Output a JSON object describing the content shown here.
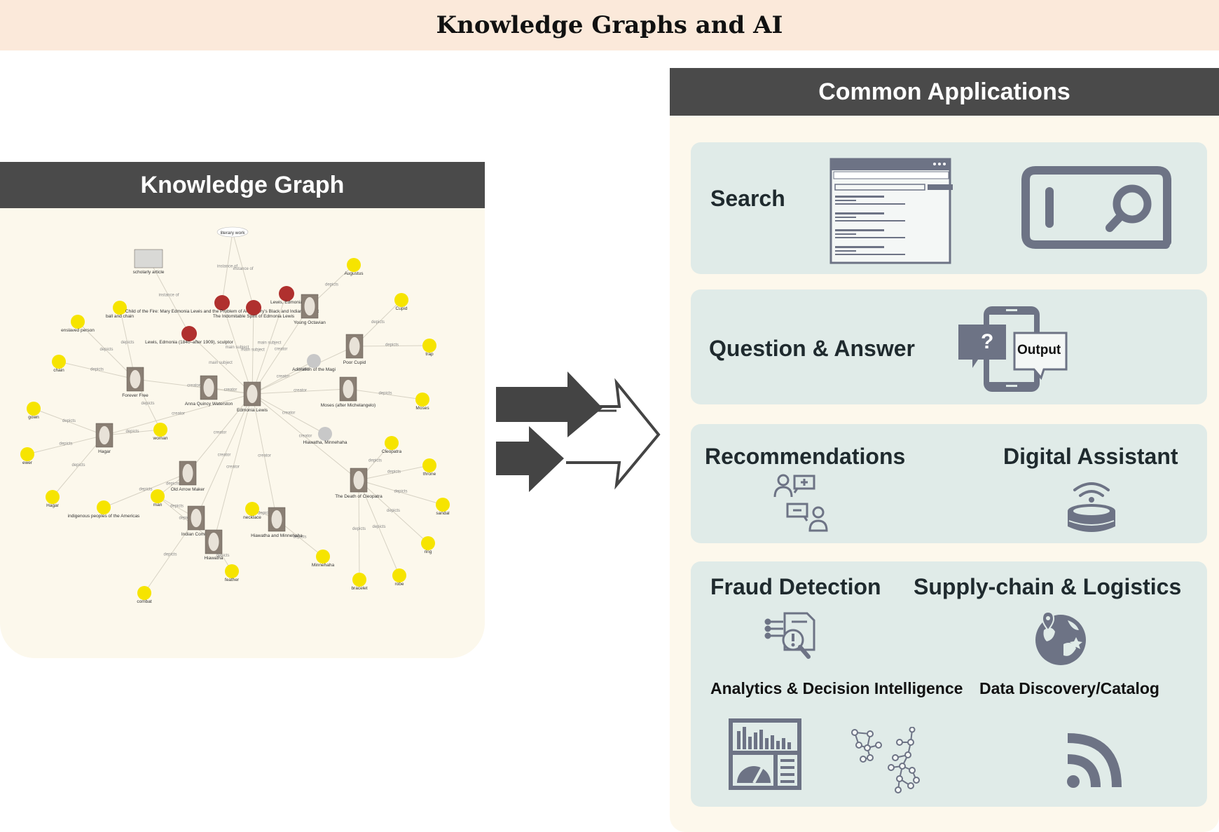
{
  "title": "Knowledge Graphs and AI",
  "knowledge_graph": {
    "header": "Knowledge Graph",
    "nodes": {
      "literary_work": "literary work",
      "scholarly_article": "scholarly article",
      "augustus": "Augustus",
      "cupid": "Cupid",
      "trap": "trap",
      "moses": "Moses",
      "throne": "throne",
      "sandal": "sandal",
      "ring": "ring",
      "robe": "robe",
      "bracelet": "bracelet",
      "minnehaha": "Minnehaha",
      "feather": "feather",
      "combat": "combat",
      "hagar_left": "Hagar",
      "ewer": "ewer",
      "gown": "gown",
      "chain": "chain",
      "enslaved_person": "enslaved person",
      "ball_and_chain": "ball and chain",
      "indigenous": "indigenous peoples of the Americas",
      "woman": "woman",
      "man": "man",
      "necklace": "necklace",
      "cleopatra": "Cleopatra",
      "edmonia_lewis": "Edmonia Lewis",
      "lewis_edmonia": "Lewis, Edmonia",
      "lewis_full": "Lewis, Edmonia (1840–after 1909), sculptor",
      "child_of_fire": "Child of the Fire: Mary Edmonia Lewis and the Problem of Art History's Black and Indian Subject",
      "indomitable": "The Indomitable Spirit of Edmonia Lewis",
      "young_octavian": "Young Octavian",
      "adoration": "Adoration of the Magi",
      "poor_cupid": "Poor Cupid",
      "forever_free": "Forever Free",
      "anna_quincy": "Anna Quincy Waterston",
      "moses_after": "Moses (after Michelangelo)",
      "hiawatha_minnehaha": "Hiawatha, Minnehaha",
      "death_of_cleopatra": "The Death of Cleopatra",
      "hagar_statue": "Hagar",
      "hiawatha_and_minnehaha": "Hiawatha and Minnehaha",
      "old_arrow_maker": "Old Arrow Maker",
      "indian_combat": "Indian Combat",
      "hiawatha": "Hiawatha"
    },
    "edge_labels": {
      "instance_of": "instance of",
      "depicts": "depicts",
      "main_subject": "main subject",
      "creator": "creator"
    },
    "colors": {
      "entity": "#f6e400",
      "person": "#b0302e",
      "unknown": "#c8c8c8"
    }
  },
  "applications": {
    "header": "Common Applications",
    "search": {
      "label": "Search",
      "icons": [
        "browser-results-icon",
        "search-bar-icon"
      ]
    },
    "qa": {
      "label": "Question & Answer",
      "question_mark": "?",
      "output": "Output",
      "icon": "phone-chat-icon"
    },
    "recommendations": {
      "label": "Recommendations",
      "icon": "people-exchange-icon"
    },
    "digital_assistant": {
      "label": "Digital Assistant",
      "icon": "smart-speaker-icon"
    },
    "fraud_detection": {
      "label": "Fraud Detection",
      "icon": "document-alert-icon"
    },
    "supply_chain": {
      "label": "Supply-chain & Logistics",
      "icon": "globe-route-icon"
    },
    "analytics": {
      "label": "Analytics & Decision Intelligence",
      "icons": [
        "dashboard-icon",
        "network-graph-icon"
      ]
    },
    "data_discovery": {
      "label": "Data Discovery/Catalog",
      "icon": "feed-icon"
    },
    "colors": {
      "header": "#4a4a4a",
      "card": "#e0ebe8",
      "icon": "#6d7385"
    }
  }
}
